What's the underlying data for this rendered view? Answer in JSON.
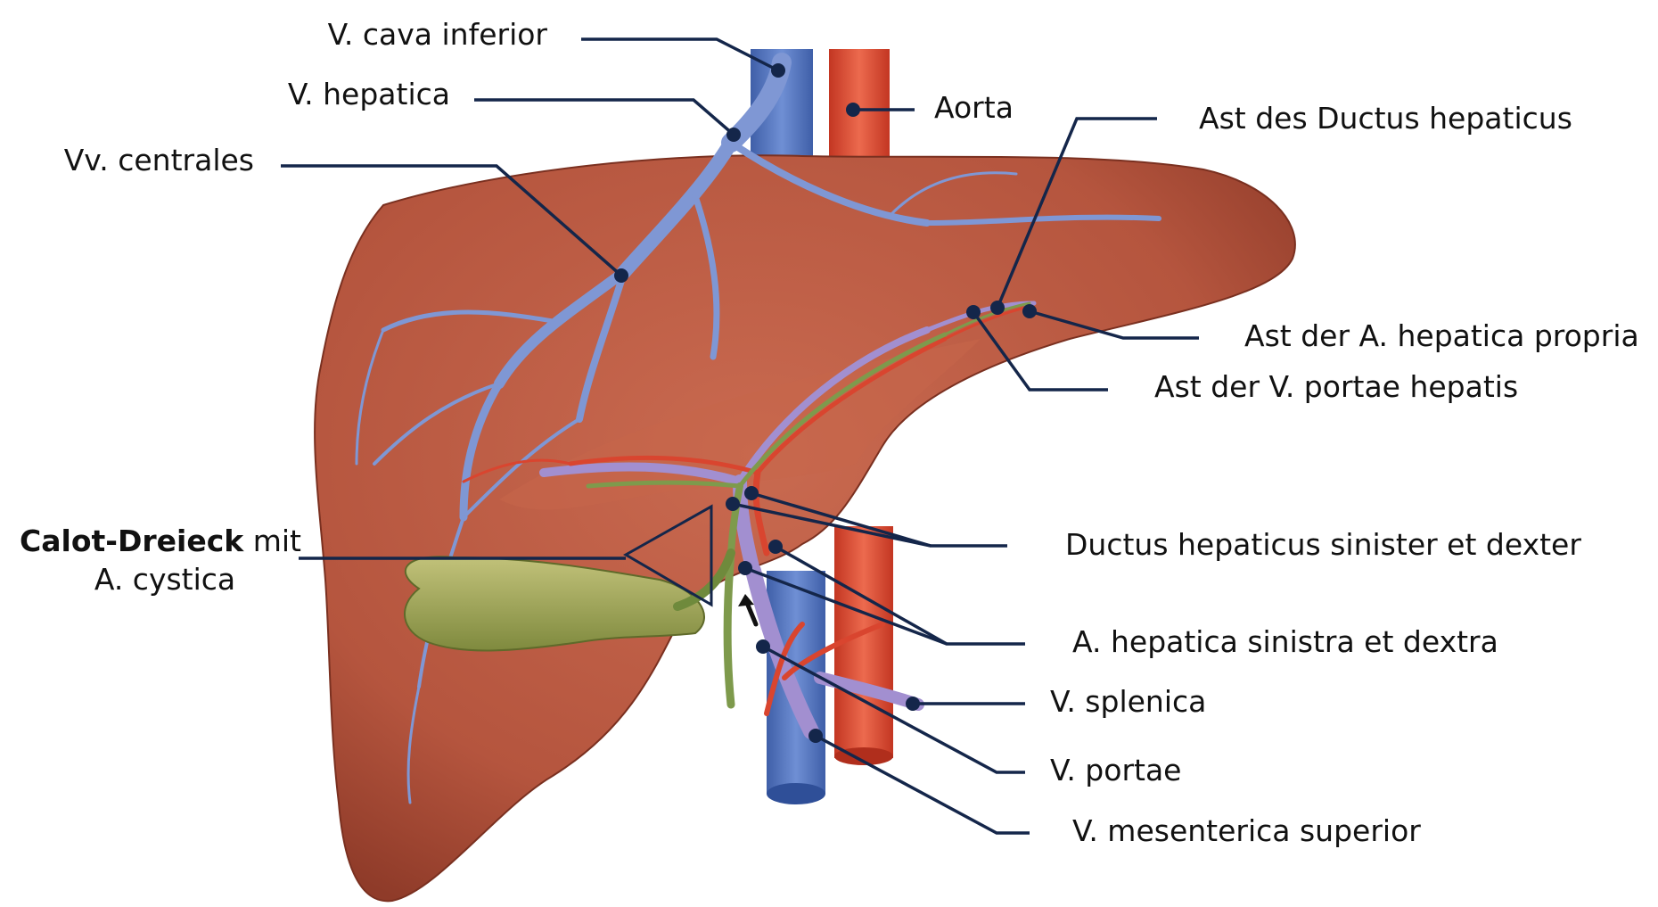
{
  "labels": {
    "v_cava_inferior": "V. cava inferior",
    "v_hepatica": "V. hepatica",
    "vv_centrales": "Vv. centrales",
    "aorta": "Aorta",
    "ast_ductus_hepaticus": "Ast des Ductus hepaticus",
    "ast_a_hepatica_propria": "Ast der A. hepatica propria",
    "ast_v_portae_hepatis": "Ast der V. portae hepatis",
    "calot_bold": "Calot-Dreieck",
    "calot_rest": " mit",
    "calot_line2": "A. cystica",
    "ductus_hepaticus_sin_dex": "Ductus hepaticus sinister et dexter",
    "a_hepatica_sin_dex": "A. hepatica sinistra et dextra",
    "v_splenica": "V. splenica",
    "v_portae": "V. portae",
    "v_mesenterica_superior": "V. mesenterica superior"
  },
  "colors": {
    "liver": "#b5553e",
    "liver_dark": "#8f3b29",
    "liver_light": "#cf7358",
    "vein": "#4f6fb8",
    "vein_light": "#8fa7dd",
    "artery": "#d9452f",
    "portal": "#9a86c8",
    "bile": "#6f8a3c",
    "gallbladder": "#a5a85a",
    "leader": "#14264a"
  }
}
